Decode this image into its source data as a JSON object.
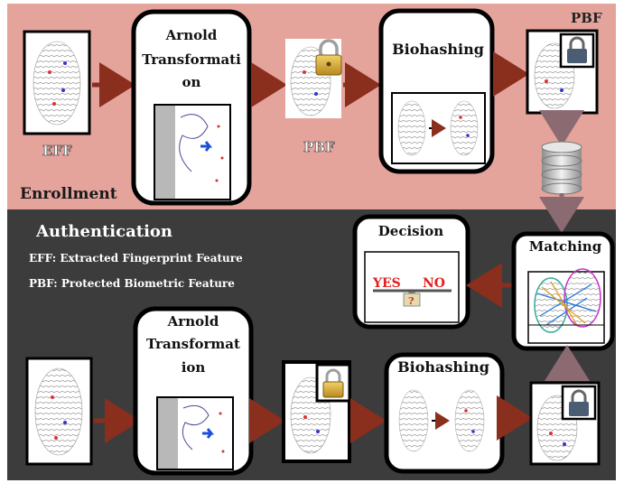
{
  "colors": {
    "enrollment_bg": "#e4a49c",
    "authentication_bg": "#3c3c3c",
    "arrow": "#8a2e1e",
    "arrow_db": "#8c6a72",
    "box_border": "#000000",
    "text_on_dark": "#ffffff"
  },
  "enrollment": {
    "section_label": "Enrollment",
    "eff_label": "EFF",
    "arnold_title": "Arnold Transformati on",
    "pbf_label": "PBF",
    "biohashing_title": "Biohashing",
    "pbf_top_label": "PBF"
  },
  "authentication": {
    "section_label": "Authentication",
    "legend_eff": "EFF: Extracted Fingerprint Feature",
    "legend_pbf": "PBF: Protected Biometric Feature",
    "decision_title": "Decision",
    "yes_text": "YES",
    "no_text": "NO",
    "question_mark": "?",
    "matching_title": "Matching",
    "arnold_title": "Arnold Transformat ion",
    "biohashing_title": "Biohashing"
  },
  "icons": [
    "fingerprint-icon",
    "padlock-icon",
    "database-icon",
    "balance-scale-icon",
    "arrow-icon"
  ]
}
